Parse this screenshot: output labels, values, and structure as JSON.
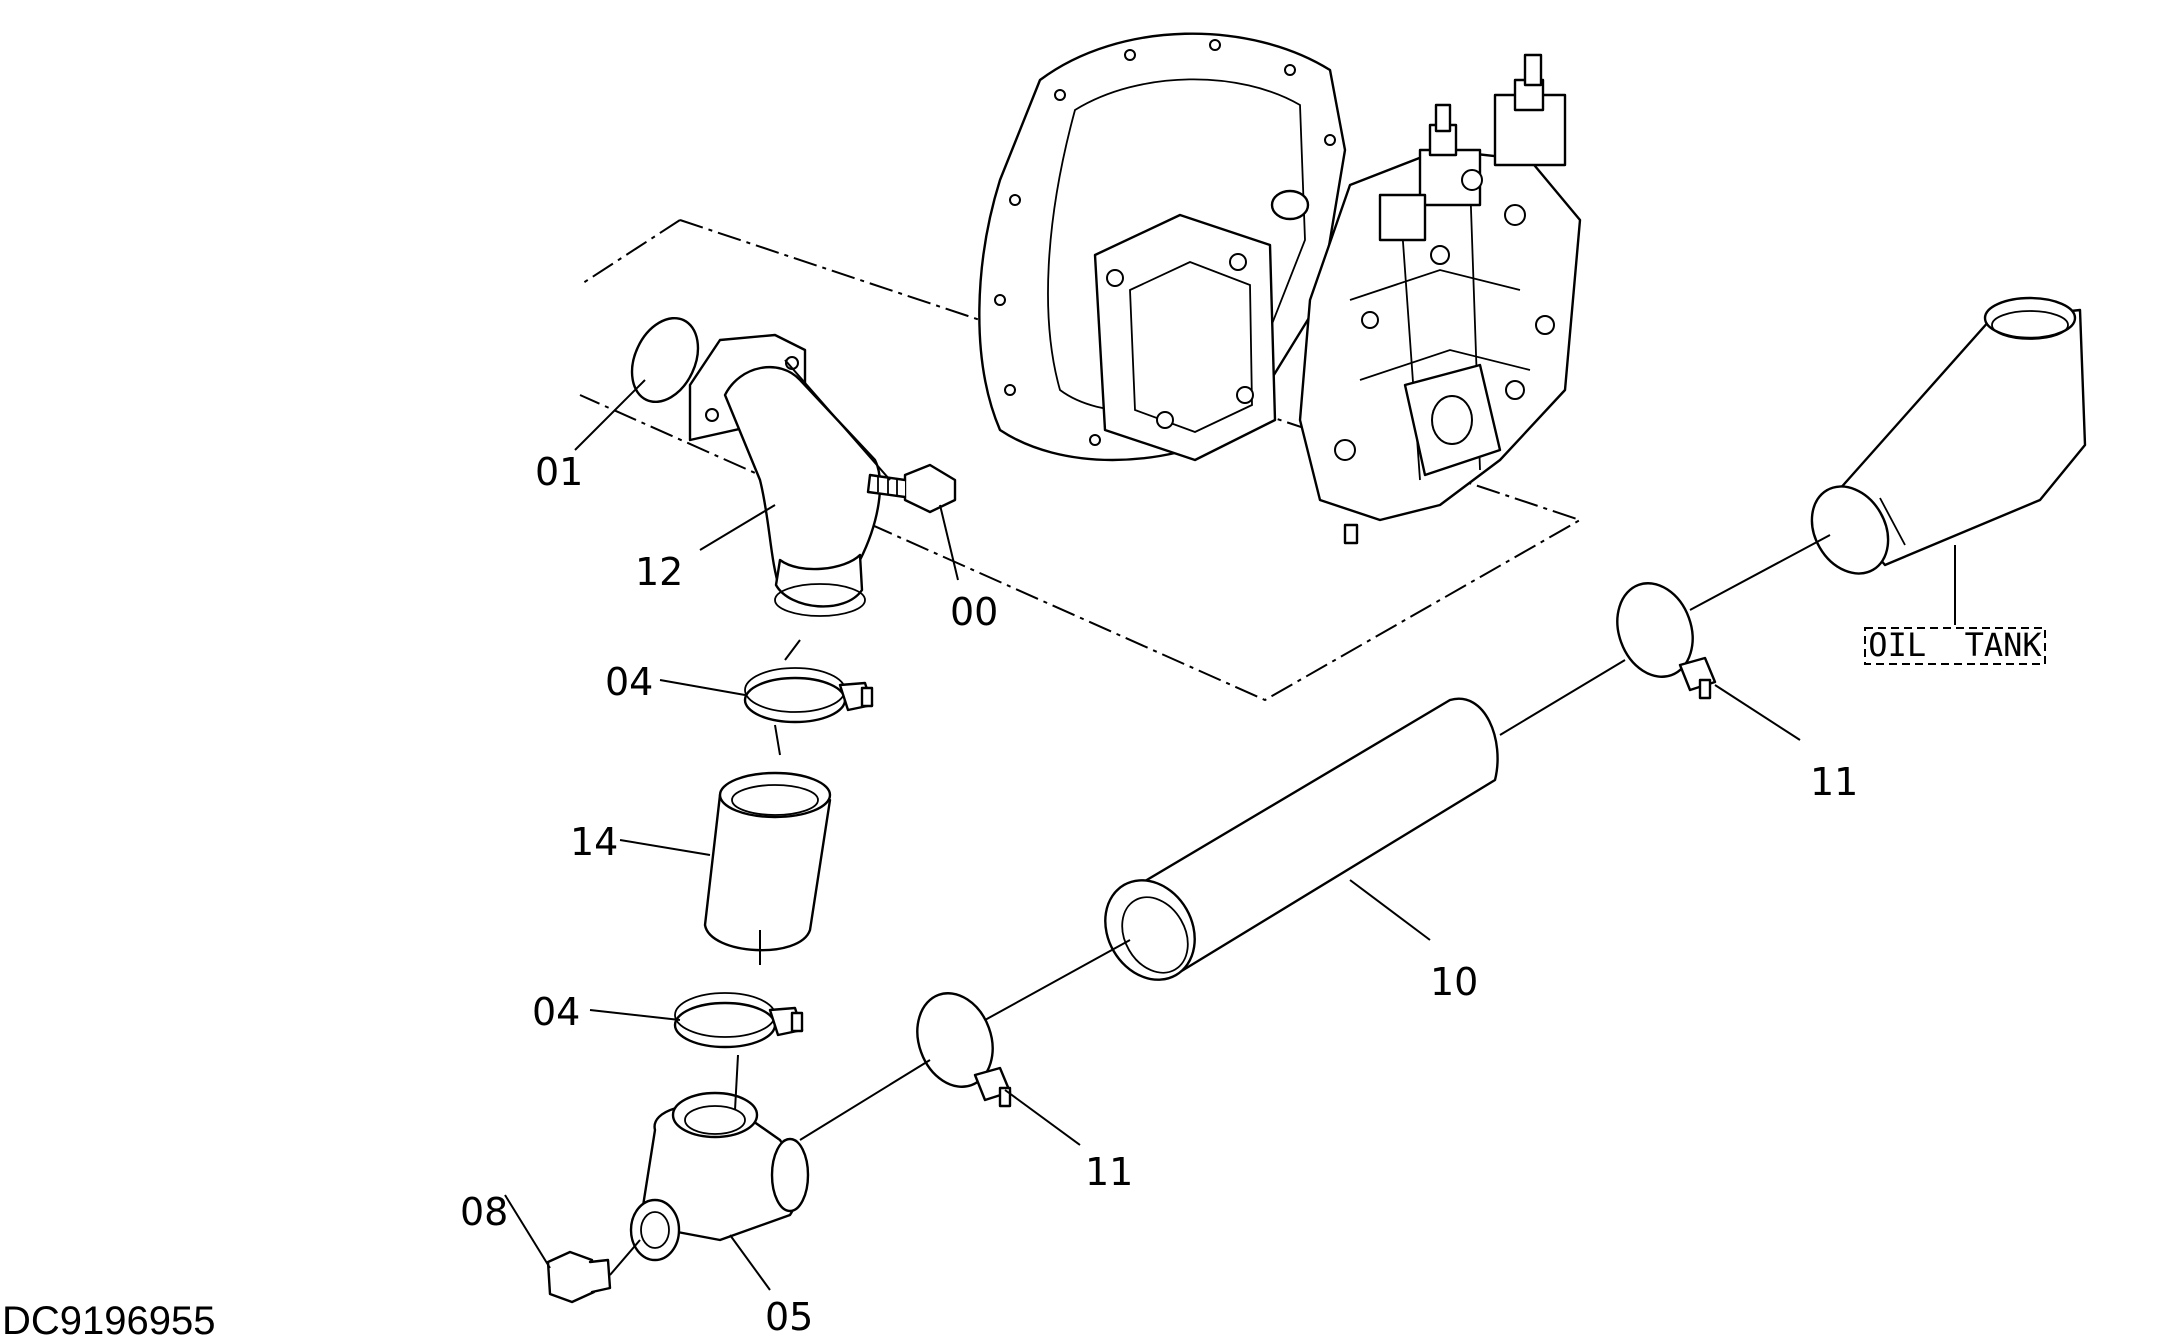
{
  "callouts": {
    "c01": "01",
    "c12": "12",
    "c00": "00",
    "c04a": "04",
    "c14": "14",
    "c04b": "04",
    "c11a": "11",
    "c10": "10",
    "c11b": "11",
    "c08": "08",
    "c05": "05"
  },
  "reference_label": "OIL  TANK",
  "document_id": "DC9196955"
}
